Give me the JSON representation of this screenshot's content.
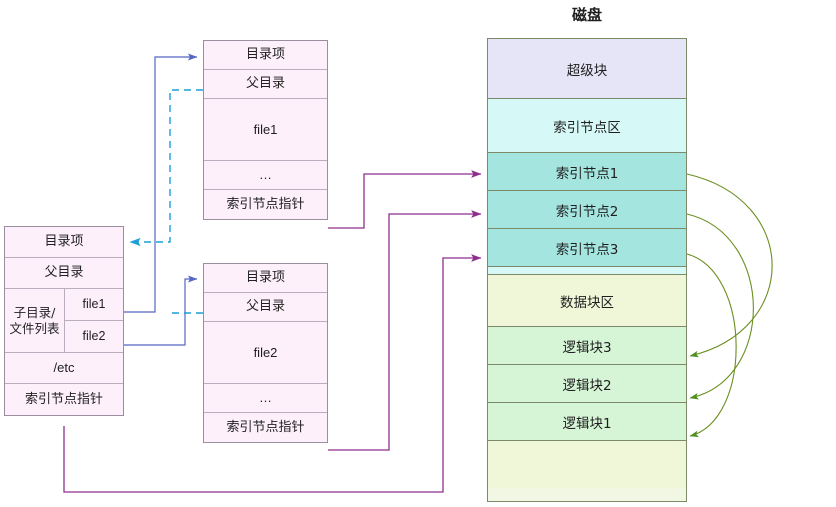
{
  "disk": {
    "title": "磁盘",
    "rows": [
      {
        "label": "超级块",
        "kind": "super"
      },
      {
        "label": "索引节点区",
        "kind": "inodezone"
      },
      {
        "label": "索引节点1",
        "kind": "inode"
      },
      {
        "label": "索引节点2",
        "kind": "inode"
      },
      {
        "label": "索引节点3",
        "kind": "inode"
      },
      {
        "label": "",
        "kind": "gap-blue"
      },
      {
        "label": "数据块区",
        "kind": "datazone"
      },
      {
        "label": "逻辑块3",
        "kind": "block"
      },
      {
        "label": "逻辑块2",
        "kind": "block"
      },
      {
        "label": "逻辑块1",
        "kind": "block"
      },
      {
        "label": "",
        "kind": "tail"
      }
    ]
  },
  "etc_table": {
    "entry_label": "目录项",
    "parent_label": "父目录",
    "list_label_line1": "子目录/",
    "list_label_line2": "文件列表",
    "children": [
      "file1",
      "file2"
    ],
    "path": "/etc",
    "inode_pointer": "索引节点指针"
  },
  "dir_file1": {
    "entry_label": "目录项",
    "parent_label": "父目录",
    "name": "file1",
    "ellipsis": "…",
    "inode_pointer": "索引节点指针"
  },
  "dir_file2": {
    "entry_label": "目录项",
    "parent_label": "父目录",
    "name": "file2",
    "ellipsis": "…",
    "inode_pointer": "索引节点指针"
  },
  "colors": {
    "superblock": "#e6e4f7",
    "inode_zone": "#d6f9f7",
    "inode_row": "#a5e5e0",
    "data_zone": "#f0f7d8",
    "logical_block": "#d6f5d6",
    "table_fill": "#fdf0fb",
    "pointer_arrow": "#8e2f8e",
    "link_arrow": "#5566c4",
    "dashed_arrow": "#1f9ed9",
    "block_arrow": "#4f8f1f"
  }
}
